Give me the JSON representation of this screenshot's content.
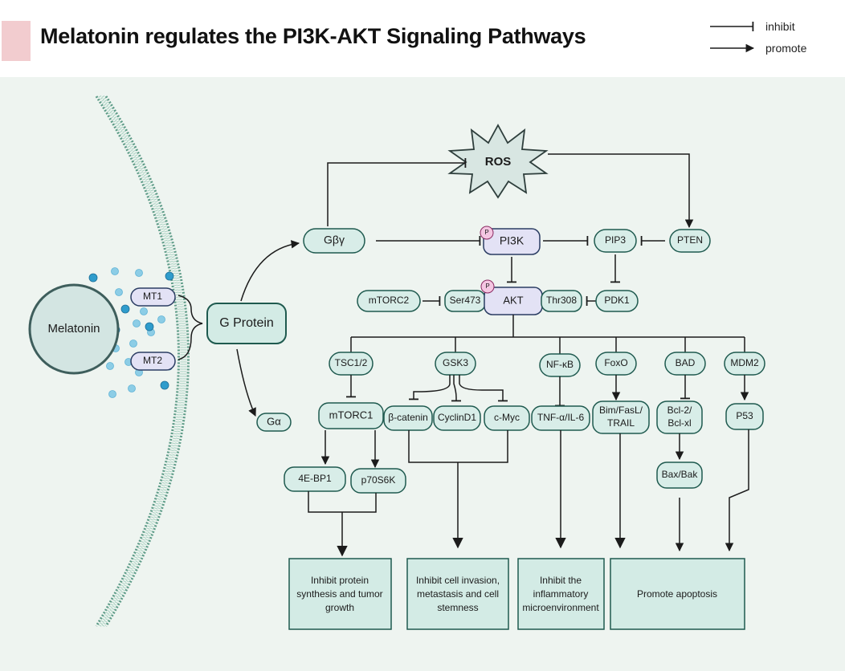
{
  "title": "Melatonin regulates the PI3K-AKT Signaling Pathways",
  "legend": {
    "inhibit": "inhibit",
    "promote": "promote"
  },
  "phospho_label": "P",
  "nodes": {
    "melatonin": "Melatonin",
    "mt1": "MT1",
    "mt2": "MT2",
    "g_protein": "G Protein",
    "g_beta_gamma": "Gβγ",
    "g_alpha": "Gα",
    "ros": "ROS",
    "pi3k": "PI3K",
    "pip3": "PIP3",
    "pten": "PTEN",
    "mtorc2": "mTORC2",
    "ser473": "Ser473",
    "akt": "AKT",
    "thr308": "Thr308",
    "pdk1": "PDK1",
    "tsc12": "TSC1/2",
    "gsk3": "GSK3",
    "nfkb": "NF-κB",
    "foxo": "FoxO",
    "bad": "BAD",
    "mdm2": "MDM2",
    "mtorc1": "mTORC1",
    "b_catenin": "β-catenin",
    "cyclind1": "CyclinD1",
    "cmyc": "c-Myc",
    "tnf": "TNF-α/IL-6",
    "bim": [
      "Bim/FasL/",
      "TRAIL"
    ],
    "bcl": [
      "Bcl-2/",
      "Bcl-xl"
    ],
    "p53": "P53",
    "bax": "Bax/Bak",
    "ebp1": "4E-BP1",
    "p70s6k": "p70S6K"
  },
  "outcomes": {
    "protein": [
      "Inhibit protein",
      "synthesis and tumor",
      "growth"
    ],
    "invasion": [
      "Inhibit cell invasion,",
      "metastasis and cell",
      "stemness"
    ],
    "inflammatory": [
      "Inhibit the",
      "inflammatory",
      "microenvironment"
    ],
    "apoptosis": [
      "Promote apoptosis"
    ]
  },
  "colors": {
    "background": "#eef4f0",
    "node_fill": "#d8ede8",
    "node_stroke": "#1f5a4f",
    "receptor_fill": "#e3e2f5",
    "membrane": "#5e9c88",
    "molecule": "#3aa6cf",
    "phospho": "#f4c6e2",
    "title_mark": "#f2cccf"
  }
}
